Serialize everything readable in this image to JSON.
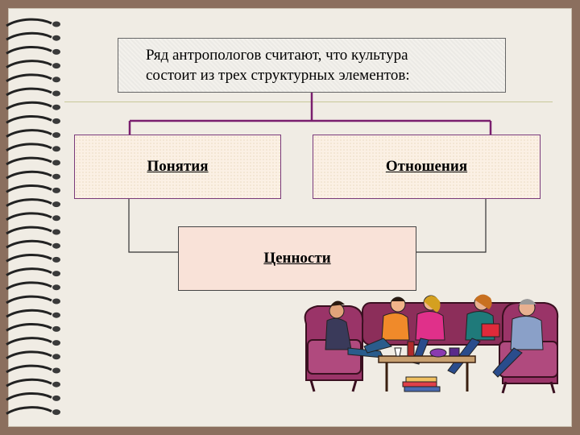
{
  "diagram": {
    "title_line1": "Ряд антропологов считают, что культура",
    "title_line2": "состоит из трех структурных элементов:",
    "elements": {
      "concepts": "Понятия",
      "relations": "Отношения",
      "values": "Ценности"
    }
  },
  "colors": {
    "frame": "#8b6f5e",
    "page": "#f0ece4",
    "connector": "#7a1f6e",
    "box_fill": "#fbf0e4",
    "values_fill": "#f9e2d8"
  },
  "illustration": "people-discussion-clipart"
}
